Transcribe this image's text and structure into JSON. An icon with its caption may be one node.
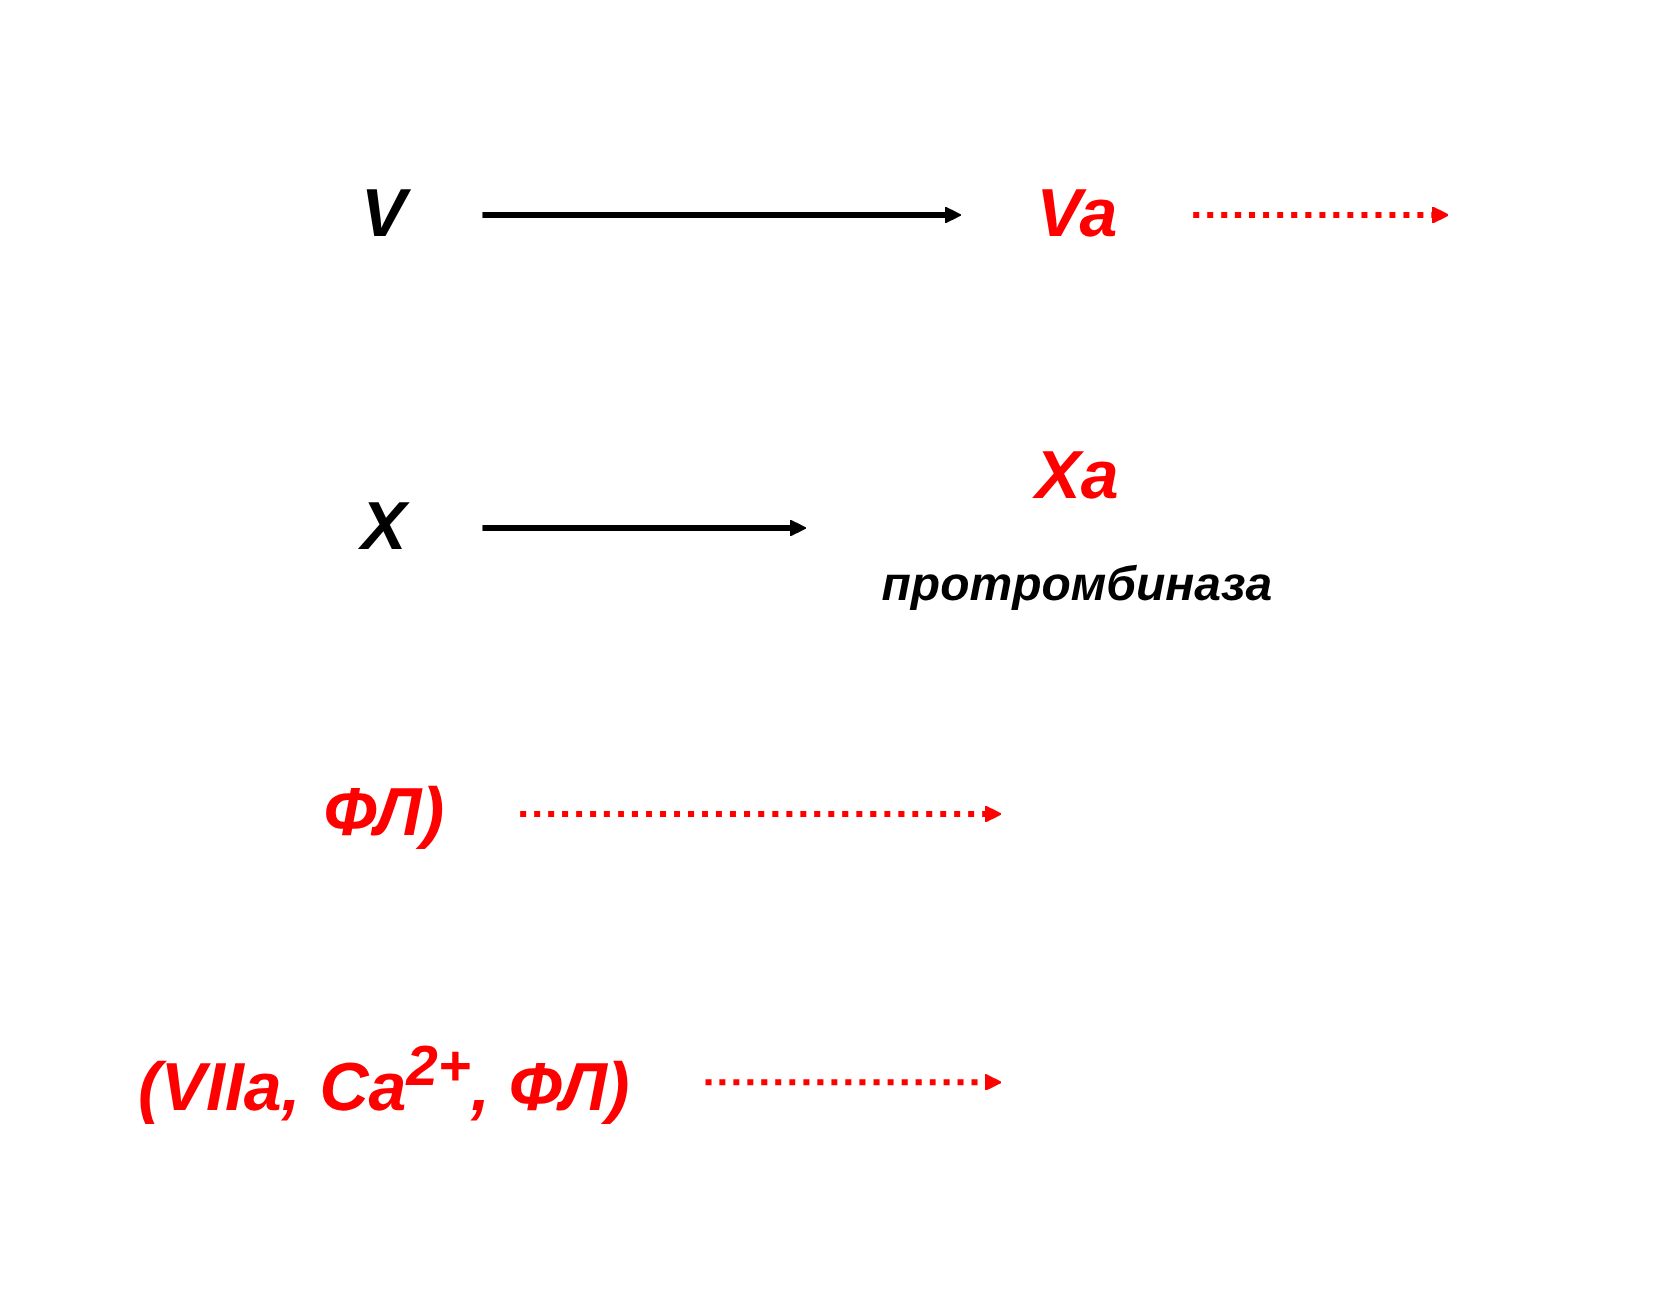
{
  "diagram": {
    "nodes": [
      {
        "text": [
          "(VIIa, Ca$^{2+}$, ФЛ)"
        ]
      },
      {
        "text": [
          "Va"
        ]
      },
      {
        "text": [
          "V"
        ]
      },
      {
        "text": [
          "ФЛ)"
        ]
      },
      {
        "text": [
          "X"
        ]
      },
      {
        "text": [
          "Xa"
        ],
        "beside": [
          "протромбиназа"
        ]
      }
    ],
    "edges": [
      {
        "from": 2,
        "to": 1,
        "arrow": "to",
        "color": "#000000"
      },
      {
        "from": 3,
        "to": null,
        "arrow": "to",
        "style": "dashed"
      },
      {
        "from": 0,
        "to": null,
        "arrow": "to",
        "style": "dashed"
      },
      {
        "from": 1,
        "to": null,
        "arrow": "to",
        "style": "dashed"
      },
      {
        "from": 4,
        "to": 5,
        "arrow": "to",
        "color": "#000000"
      }
    ]
  }
}
